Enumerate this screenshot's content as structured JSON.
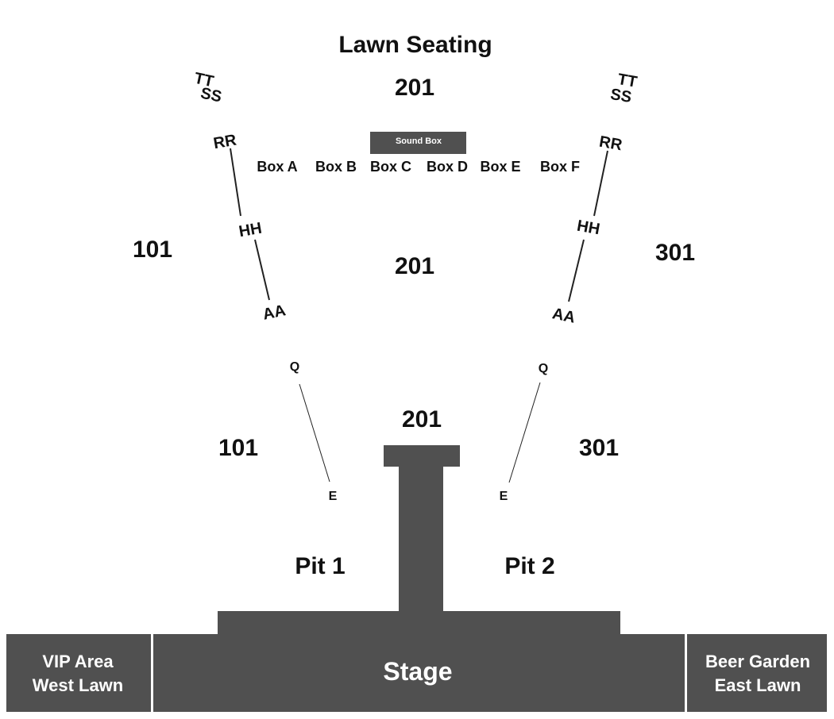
{
  "map": {
    "lawn_title": "Lawn Seating",
    "top_section": "201",
    "row_labels": {
      "left_tt": "TT",
      "left_ss": "SS",
      "left_rr": "RR",
      "left_hh": "HH",
      "left_aa": "AA",
      "left_q": "Q",
      "left_e": "E",
      "right_tt": "TT",
      "right_ss": "SS",
      "right_rr": "RR",
      "right_hh": "HH",
      "right_aa": "AA",
      "right_q": "Q",
      "right_e": "E"
    },
    "sound_box": "Sound Box",
    "boxes": [
      "Box A",
      "Box B",
      "Box C",
      "Box D",
      "Box E",
      "Box F"
    ],
    "sections": {
      "left_upper": "101",
      "center_upper": "201",
      "right_upper": "301",
      "left_lower": "101",
      "center_lower": "201",
      "right_lower": "301"
    },
    "pits": {
      "left": "Pit 1",
      "right": "Pit 2"
    },
    "stage": "Stage",
    "vip": {
      "line1": "VIP Area",
      "line2": "West Lawn"
    },
    "beer_garden": {
      "line1": "Beer Garden",
      "line2": "East Lawn"
    }
  },
  "colors": {
    "structure": "#505050",
    "text": "#111111",
    "text_on_dark": "#ffffff"
  }
}
